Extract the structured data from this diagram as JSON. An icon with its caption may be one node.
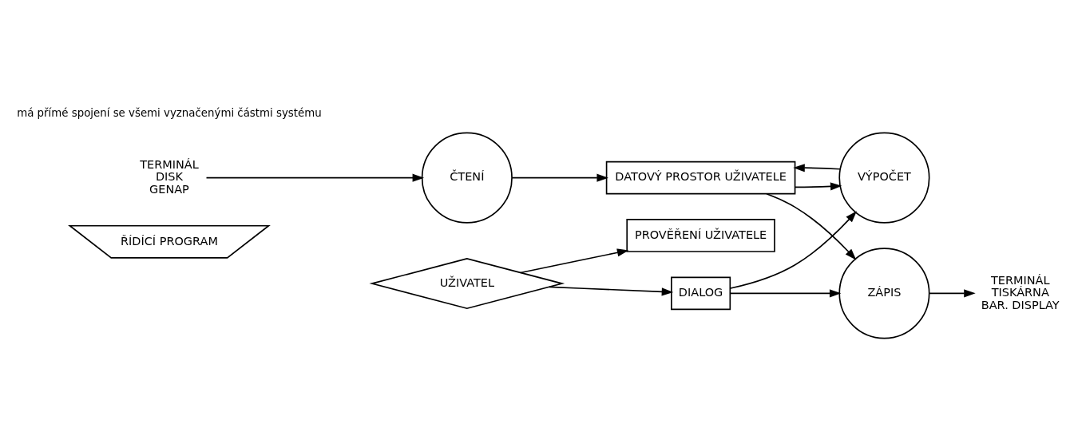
{
  "diagram": {
    "nodes": [
      {
        "text": [
          "ŘÍDÍCÍ PROGRAM"
        ]
      },
      {
        "text": [
          "TERMINÁL",
          "DISK",
          "GENAP"
        ]
      },
      {
        "text": [
          "ČTENÍ"
        ]
      },
      {
        "text": [
          "DATOVÝ PROSTOR UŽIVATELE"
        ]
      },
      {
        "text": [
          "ZÁPIS"
        ]
      },
      {
        "text": [
          "TERMINÁL",
          "TISKÁRNA",
          "BAR. DISPLAY"
        ]
      },
      {
        "text": [
          "VÝPOČET"
        ]
      },
      {
        "text": [
          "DIALOG"
        ]
      },
      {
        "text": [
          "PROVĚŘENÍ UŽIVATELE"
        ]
      },
      {
        "text": [
          "UŽIVATEL"
        ]
      }
    ],
    "edges": [
      {
        "from": 1,
        "to": 2,
        "arrow": "to"
      },
      {
        "from": 2,
        "to": 3,
        "arrow": "to"
      },
      {
        "from": 3,
        "to": 4,
        "arrow": "to"
      },
      {
        "from": 4,
        "to": 5,
        "arrow": "to"
      },
      {
        "from": 3,
        "to": 6,
        "arrow": "to"
      },
      {
        "from": 6,
        "to": 3,
        "arrow": "to"
      },
      {
        "from": 7,
        "to": 6,
        "arrow": "to"
      },
      {
        "from": 7,
        "to": 4,
        "arrow": "to"
      },
      {
        "from": 9,
        "to": 7,
        "arrow": "to"
      },
      {
        "from": 9,
        "to": 8,
        "arrow": "to"
      }
    ],
    "labels": [
      "má přímé spojení se všemi vyznačenými částmi systému"
    ]
  }
}
